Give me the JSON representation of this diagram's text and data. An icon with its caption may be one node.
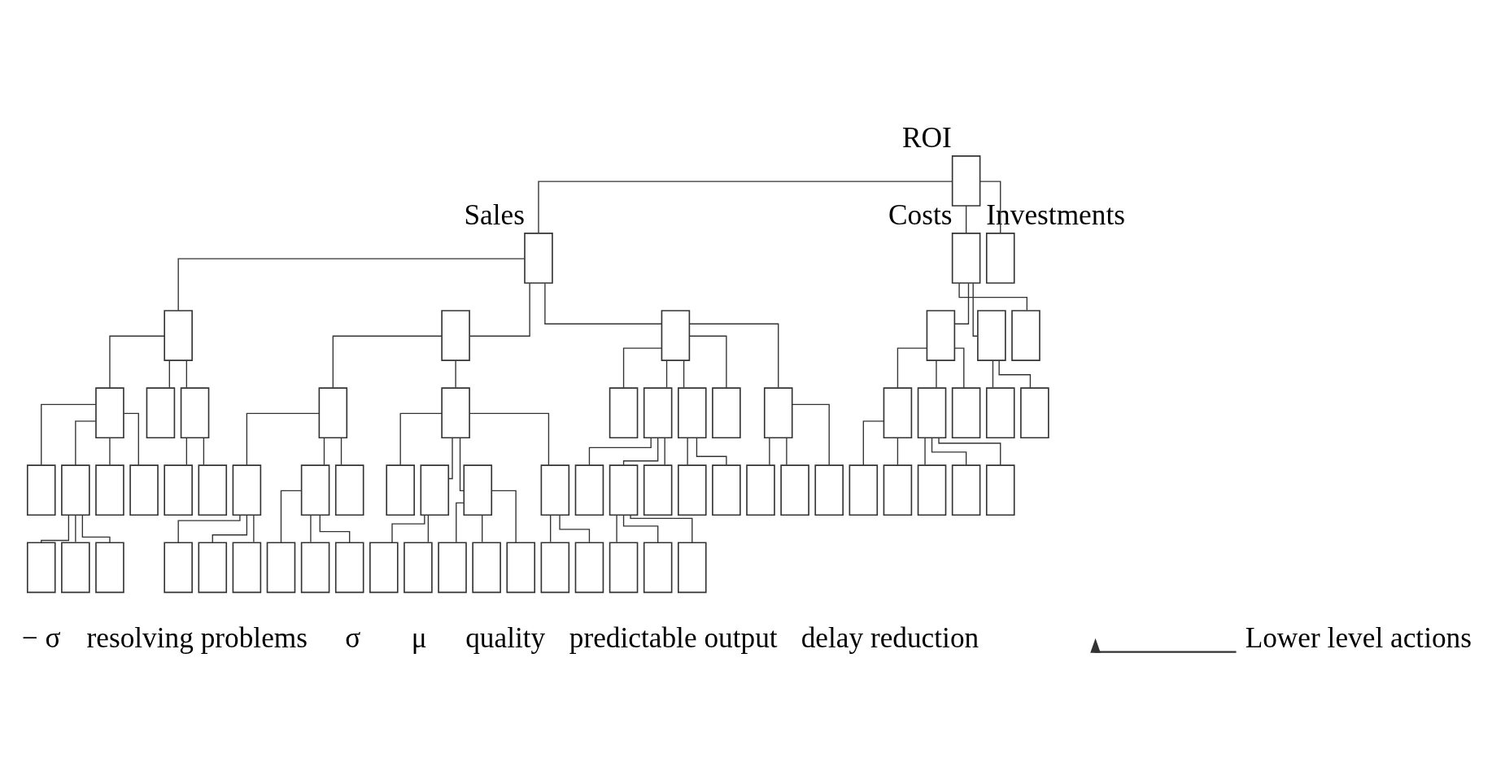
{
  "diagram": {
    "nodes": [
      {
        "text": [],
        "shape": "box",
        "beside": [
          "ROI"
        ]
      },
      {
        "text": [],
        "shape": "box",
        "beside": [
          "Sales"
        ]
      },
      {
        "text": [],
        "shape": "box",
        "beside": [
          "Costs"
        ]
      },
      {
        "text": [],
        "shape": "box",
        "beside": [
          "Investments"
        ]
      },
      {
        "text": [],
        "shape": "box"
      },
      {
        "text": [],
        "shape": "box"
      },
      {
        "text": [],
        "shape": "box"
      },
      {
        "text": [],
        "shape": "box"
      },
      {
        "text": [],
        "shape": "box"
      },
      {
        "text": [],
        "shape": "box"
      },
      {
        "text": [],
        "shape": "box"
      },
      {
        "text": [],
        "shape": "box"
      },
      {
        "text": [],
        "shape": "box"
      },
      {
        "text": [],
        "shape": "box"
      },
      {
        "text": [],
        "shape": "box"
      },
      {
        "text": [],
        "shape": "box"
      },
      {
        "text": [],
        "shape": "box"
      },
      {
        "text": [],
        "shape": "box"
      },
      {
        "text": [],
        "shape": "box"
      },
      {
        "text": [],
        "shape": "box"
      },
      {
        "text": [],
        "shape": "box"
      },
      {
        "text": [],
        "shape": "box"
      },
      {
        "text": [],
        "shape": "box"
      },
      {
        "text": [],
        "shape": "box"
      },
      {
        "text": [],
        "shape": "box"
      },
      {
        "text": [],
        "shape": "box"
      },
      {
        "text": [],
        "shape": "box"
      },
      {
        "text": [],
        "shape": "box"
      },
      {
        "text": [],
        "shape": "box"
      },
      {
        "text": [],
        "shape": "box"
      },
      {
        "text": [],
        "shape": "box"
      },
      {
        "text": [],
        "shape": "box"
      },
      {
        "text": [],
        "shape": "box"
      },
      {
        "text": [],
        "shape": "box"
      },
      {
        "text": [],
        "shape": "box"
      },
      {
        "text": [],
        "shape": "box"
      },
      {
        "text": [],
        "shape": "box"
      },
      {
        "text": [],
        "shape": "box"
      },
      {
        "text": [],
        "shape": "box"
      },
      {
        "text": [],
        "shape": "box"
      },
      {
        "text": [],
        "shape": "box"
      },
      {
        "text": [],
        "shape": "box"
      },
      {
        "text": [],
        "shape": "box"
      },
      {
        "text": [],
        "shape": "box"
      },
      {
        "text": [],
        "shape": "box"
      },
      {
        "text": [],
        "shape": "box"
      },
      {
        "text": [],
        "shape": "box"
      },
      {
        "text": [],
        "shape": "box"
      },
      {
        "text": [],
        "shape": "box"
      },
      {
        "text": [],
        "shape": "box"
      },
      {
        "text": [],
        "shape": "box"
      },
      {
        "text": [],
        "shape": "box"
      },
      {
        "text": [],
        "shape": "box"
      },
      {
        "text": [],
        "shape": "box"
      },
      {
        "text": [],
        "shape": "box"
      },
      {
        "text": [],
        "shape": "box"
      },
      {
        "text": [],
        "shape": "box"
      },
      {
        "text": [],
        "shape": "box"
      },
      {
        "text": [],
        "shape": "box"
      },
      {
        "text": [],
        "shape": "box"
      },
      {
        "text": [],
        "shape": "box"
      },
      {
        "text": [],
        "shape": "box"
      },
      {
        "text": [],
        "shape": "box"
      },
      {
        "text": [],
        "shape": "box"
      },
      {
        "text": [],
        "shape": "box"
      },
      {
        "text": [],
        "shape": "box"
      },
      {
        "text": [],
        "shape": "box"
      },
      {
        "text": [],
        "shape": "box"
      },
      {
        "text": [],
        "shape": "box"
      },
      {
        "text": [],
        "shape": "box"
      },
      {
        "text": [
          "Lower level actions"
        ]
      }
    ],
    "edges": [
      {
        "from": 0,
        "to": 1,
        "arrow": "none"
      },
      {
        "from": 0,
        "to": 2,
        "arrow": "none"
      },
      {
        "from": 0,
        "to": 3,
        "arrow": "none"
      },
      {
        "from": 1,
        "to": 4,
        "arrow": "none"
      },
      {
        "from": 1,
        "to": 5,
        "arrow": "none"
      },
      {
        "from": 1,
        "to": 6,
        "arrow": "none"
      },
      {
        "from": 2,
        "to": 7,
        "arrow": "none"
      },
      {
        "from": 2,
        "to": 8,
        "arrow": "none"
      },
      {
        "from": 2,
        "to": 9,
        "arrow": "none"
      },
      {
        "from": 4,
        "to": 10,
        "arrow": "none"
      },
      {
        "from": 4,
        "to": 11,
        "arrow": "none"
      },
      {
        "from": 4,
        "to": 12,
        "arrow": "none"
      },
      {
        "from": 5,
        "to": 13,
        "arrow": "none"
      },
      {
        "from": 5,
        "to": 14,
        "arrow": "none"
      },
      {
        "from": 6,
        "to": 15,
        "arrow": "none"
      },
      {
        "from": 6,
        "to": 16,
        "arrow": "none"
      },
      {
        "from": 6,
        "to": 17,
        "arrow": "none"
      },
      {
        "from": 6,
        "to": 18,
        "arrow": "none"
      },
      {
        "from": 6,
        "to": 19,
        "arrow": "none"
      },
      {
        "from": 7,
        "to": 20,
        "arrow": "none"
      },
      {
        "from": 7,
        "to": 21,
        "arrow": "none"
      },
      {
        "from": 7,
        "to": 22,
        "arrow": "none"
      },
      {
        "from": 8,
        "to": 23,
        "arrow": "none"
      },
      {
        "from": 8,
        "to": 24,
        "arrow": "none"
      },
      {
        "from": 10,
        "to": 25,
        "arrow": "none"
      },
      {
        "from": 10,
        "to": 26,
        "arrow": "none"
      },
      {
        "from": 10,
        "to": 27,
        "arrow": "none"
      },
      {
        "from": 10,
        "to": 28,
        "arrow": "none"
      },
      {
        "from": 12,
        "to": 29,
        "arrow": "none"
      },
      {
        "from": 12,
        "to": 30,
        "arrow": "none"
      },
      {
        "from": 13,
        "to": 31,
        "arrow": "none"
      },
      {
        "from": 13,
        "to": 32,
        "arrow": "none"
      },
      {
        "from": 13,
        "to": 33,
        "arrow": "none"
      },
      {
        "from": 14,
        "to": 34,
        "arrow": "none"
      },
      {
        "from": 14,
        "to": 35,
        "arrow": "none"
      },
      {
        "from": 14,
        "to": 36,
        "arrow": "none"
      },
      {
        "from": 14,
        "to": 37,
        "arrow": "none"
      },
      {
        "from": 16,
        "to": 38,
        "arrow": "none"
      },
      {
        "from": 16,
        "to": 39,
        "arrow": "none"
      },
      {
        "from": 16,
        "to": 40,
        "arrow": "none"
      },
      {
        "from": 17,
        "to": 41,
        "arrow": "none"
      },
      {
        "from": 17,
        "to": 42,
        "arrow": "none"
      },
      {
        "from": 19,
        "to": 43,
        "arrow": "none"
      },
      {
        "from": 19,
        "to": 44,
        "arrow": "none"
      },
      {
        "from": 19,
        "to": 45,
        "arrow": "none"
      },
      {
        "from": 20,
        "to": 46,
        "arrow": "none"
      },
      {
        "from": 20,
        "to": 47,
        "arrow": "none"
      },
      {
        "from": 21,
        "to": 48,
        "arrow": "none"
      },
      {
        "from": 21,
        "to": 49,
        "arrow": "none"
      },
      {
        "from": 21,
        "to": 50,
        "arrow": "none"
      },
      {
        "from": 26,
        "to": 51,
        "arrow": "none"
      },
      {
        "from": 26,
        "to": 52,
        "arrow": "none"
      },
      {
        "from": 26,
        "to": 53,
        "arrow": "none"
      },
      {
        "from": 31,
        "to": 54,
        "arrow": "none"
      },
      {
        "from": 31,
        "to": 55,
        "arrow": "none"
      },
      {
        "from": 31,
        "to": 56,
        "arrow": "none"
      },
      {
        "from": 32,
        "to": 57,
        "arrow": "none"
      },
      {
        "from": 32,
        "to": 58,
        "arrow": "none"
      },
      {
        "from": 32,
        "to": 59,
        "arrow": "none"
      },
      {
        "from": 35,
        "to": 60,
        "arrow": "none"
      },
      {
        "from": 35,
        "to": 61,
        "arrow": "none"
      },
      {
        "from": 36,
        "to": 62,
        "arrow": "none"
      },
      {
        "from": 36,
        "to": 63,
        "arrow": "none"
      },
      {
        "from": 36,
        "to": 64,
        "arrow": "none"
      },
      {
        "from": 37,
        "to": 65,
        "arrow": "none"
      },
      {
        "from": 37,
        "to": 66,
        "arrow": "none"
      },
      {
        "from": 39,
        "to": 67,
        "arrow": "none"
      },
      {
        "from": 39,
        "to": 68,
        "arrow": "none"
      },
      {
        "from": 39,
        "to": 69,
        "arrow": "none"
      },
      {
        "from": 70,
        "to": null,
        "arrow": "to"
      }
    ],
    "labels": [
      "− σ",
      "resolving problems",
      "σ",
      "μ",
      "quality",
      "predictable output",
      "delay reduction"
    ]
  }
}
